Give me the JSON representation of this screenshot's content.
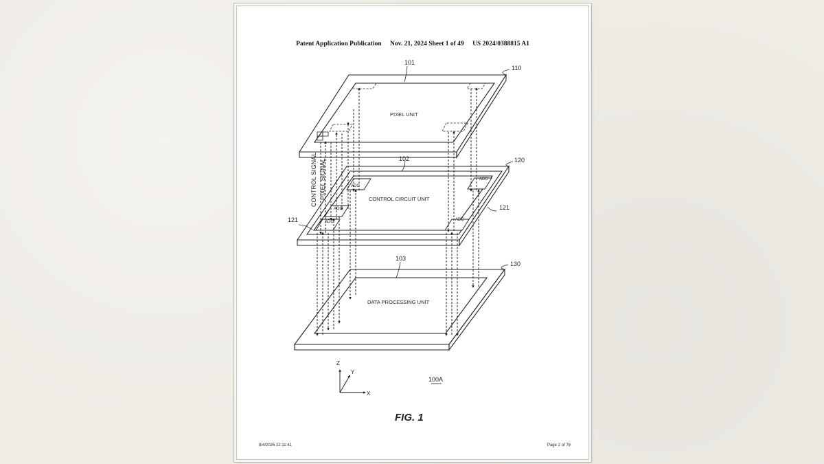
{
  "header": {
    "publication": "Patent Application Publication",
    "date_sheet": "Nov. 21, 2024  Sheet 1 of 49",
    "number": "US 2024/0388815 A1"
  },
  "figure": {
    "layers": {
      "top": {
        "ref": "110",
        "inner_ref": "101",
        "label": "PIXEL UNIT"
      },
      "middle": {
        "ref": "120",
        "inner_ref": "102",
        "label": "CONTROL CIRCUIT UNIT",
        "side_ref": "121"
      },
      "bottom": {
        "ref": "130",
        "inner_ref": "103",
        "label": "DATA PROCESSING UNIT"
      }
    },
    "adc_label": "ADC",
    "signals": {
      "control": "CONTROL SIGNAL",
      "pixel": "PIXEL SIGNAL"
    },
    "axes": {
      "x": "X",
      "y": "Y",
      "z": "Z"
    },
    "assembly_ref": "100A",
    "caption": "FIG. 1"
  },
  "footer": {
    "timestamp": "8/4/2025 22:11:41",
    "page": "Page 2 of 78"
  }
}
